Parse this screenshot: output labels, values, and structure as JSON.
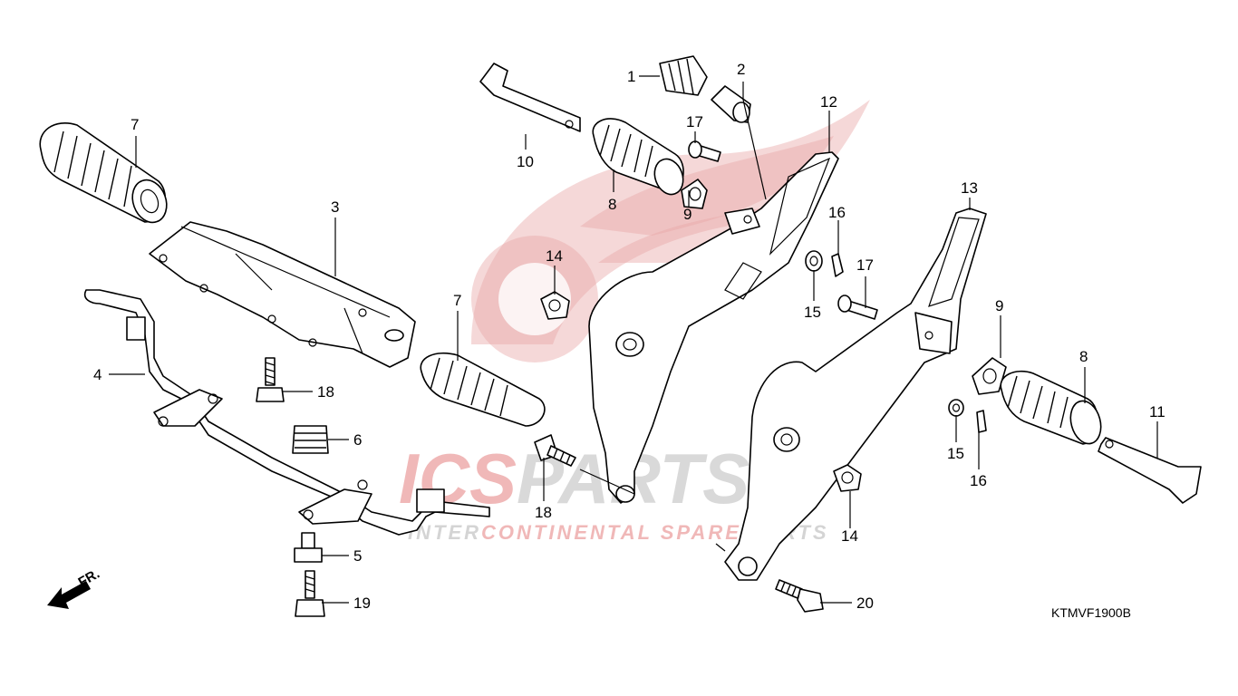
{
  "watermark": {
    "brand_main": "ICS",
    "brand_rest": "PARTS",
    "tagline_1": "INTER",
    "tagline_2": "CONTINENTAL",
    "tagline_3": "SPARE",
    "tagline_4": "PARTS"
  },
  "diagram_code": "KTMVF1900B",
  "direction_label": "FR.",
  "callouts": [
    "1",
    "2",
    "3",
    "4",
    "5",
    "6",
    "7",
    "7",
    "8",
    "8",
    "9",
    "9",
    "10",
    "11",
    "12",
    "13",
    "14",
    "14",
    "15",
    "15",
    "16",
    "16",
    "17",
    "17",
    "18",
    "18",
    "19",
    "20"
  ],
  "colors": {
    "line": "#000000",
    "watermark_red": "#e8a8a8",
    "watermark_grey": "#d9d9d9"
  },
  "icons": {
    "direction": "front-arrow-icon"
  }
}
